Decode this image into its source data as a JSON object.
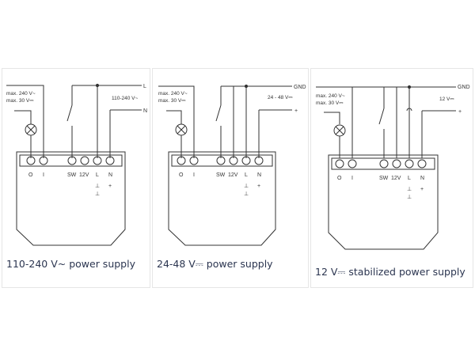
{
  "diagrams": [
    {
      "caption": "110-240 V~ power supply",
      "load_labels": [
        "max. 240 V~",
        "max. 30 V⎓"
      ],
      "supply_range": "110-240 V~",
      "line_top": "L",
      "line_bottom": "N",
      "terminals": [
        "O",
        "I",
        "SW",
        "12V",
        "L",
        "N"
      ],
      "marks": [
        "⊥",
        "⊥",
        "+"
      ]
    },
    {
      "caption": "24-48 V⎓ power supply",
      "load_labels": [
        "max. 240 V~",
        "max. 30 V⎓"
      ],
      "supply_range": "24 - 48 V⎓",
      "line_top": "GND",
      "line_bottom": "+",
      "terminals": [
        "O",
        "I",
        "SW",
        "12V",
        "L",
        "N"
      ],
      "marks": [
        "⊥",
        "⊥",
        "+"
      ]
    },
    {
      "caption": "12 V⎓ stabilized power supply",
      "load_labels": [
        "max. 240 V~",
        "max. 30 V⎓"
      ],
      "supply_range": "12 V⎓",
      "line_top": "GND",
      "line_bottom": "+",
      "terminals": [
        "O",
        "I",
        "SW",
        "12V",
        "L",
        "N"
      ],
      "marks": [
        "⊥",
        "⊥",
        "+"
      ]
    }
  ],
  "colors": {
    "stroke": "#333333",
    "text": "#2b3550",
    "border": "#e6e6e6"
  }
}
